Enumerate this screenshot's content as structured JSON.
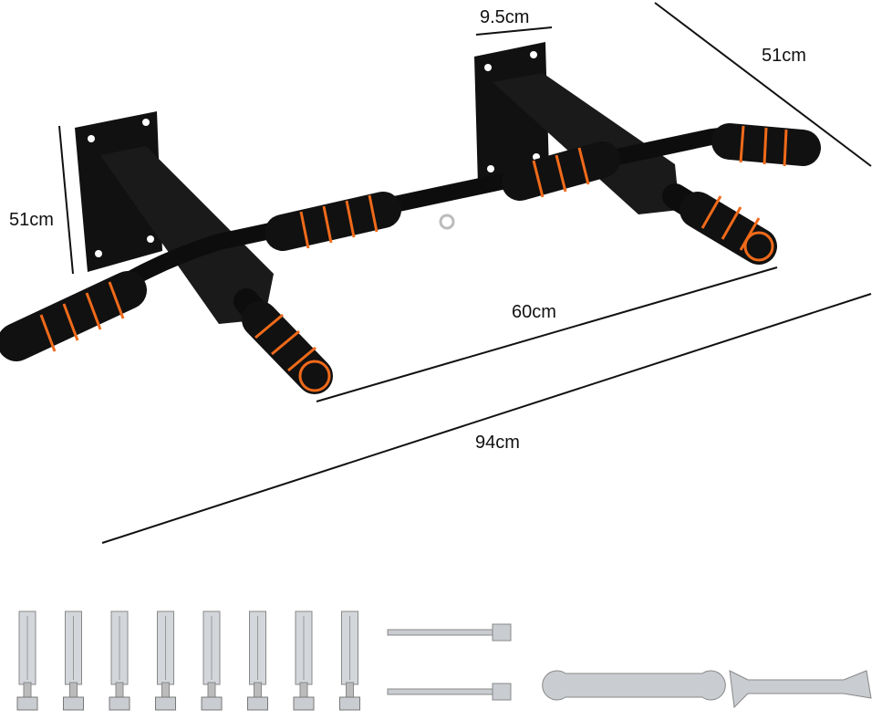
{
  "dimensions": {
    "bracket_width": "9.5cm",
    "depth_right": "51cm",
    "height_left": "51cm",
    "inner_width": "60cm",
    "total_width": "94cm"
  },
  "colors": {
    "frame": "#111111",
    "grip_accent": "#f06a1a",
    "metal": "#c9ccd0"
  },
  "hardware": {
    "anchor_bolt_count": 8,
    "long_bolt_count": 2,
    "wrench_count": 2
  }
}
